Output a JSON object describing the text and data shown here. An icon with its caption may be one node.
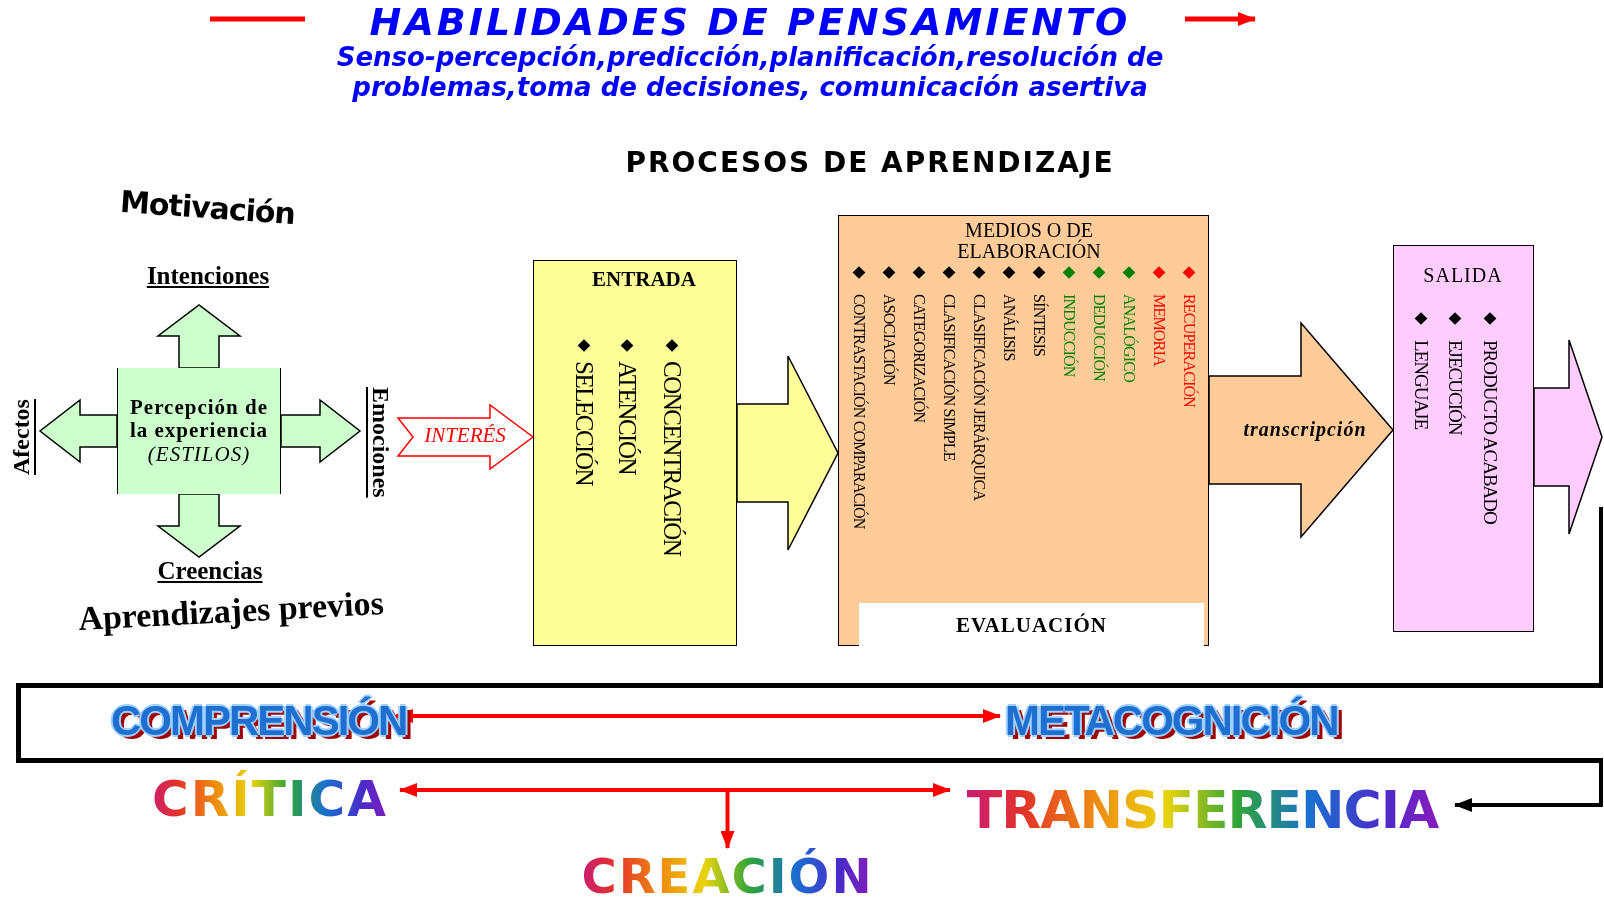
{
  "diagram": {
    "title": "HABILIDADES DE PENSAMIENTO",
    "nodes": [
      {
        "text": [
          "Percepción de la experiencia",
          "(ESTILOS)"
        ]
      },
      {
        "text": [
          "Intenciones"
        ]
      },
      {
        "text": [
          "Afectos"
        ]
      },
      {
        "text": [
          "Emociones"
        ]
      },
      {
        "text": [
          "Creencias"
        ]
      },
      {
        "text": [
          "ENTRADA",
          "SELECCIÓN",
          "ATENCIÓN",
          "CONCENTRACIÓN"
        ]
      },
      {
        "text": [
          "MEDIOS O DE ELABORACIÓN",
          "CONTRASTACIÓN COMPARACIÓN",
          "ASOCIACIÓN",
          "CATEGORIZACIÓN",
          "CLASIFICACIÓN SIMPLE",
          "CLASIFICACIÓN JERÁRQUICA",
          "ANÁLISIS",
          "SÍNTESIS",
          "INDUCCIÓN",
          "DEDUCCIÓN",
          "ANALÓGICO",
          "MEMORIA",
          "RECUPERACIÓN"
        ]
      },
      {
        "text": [
          "EVALUACIÓN"
        ],
        "in": 6
      },
      {
        "text": [
          "SALIDA",
          "LENGUAJE",
          "EJECUCIÓN",
          "PRODUCTO ACABADO"
        ]
      },
      {
        "text": [],
        "shape": "box"
      },
      {
        "text": [
          "COMPRENSIÓN"
        ],
        "in": 9
      },
      {
        "text": [
          "METACOGNICIÓN"
        ],
        "in": 9
      },
      {
        "text": [
          "CRÍTICA"
        ]
      },
      {
        "text": [
          "TRANSFERENCIA"
        ]
      },
      {
        "text": [
          "CREACIÓN"
        ]
      }
    ],
    "edges": [
      {
        "from": 0,
        "to": 1,
        "arrow": "to"
      },
      {
        "from": 0,
        "to": 2,
        "arrow": "to"
      },
      {
        "from": 0,
        "to": 3,
        "arrow": "to"
      },
      {
        "from": 0,
        "to": 4,
        "arrow": "to"
      },
      {
        "from": null,
        "to": 5,
        "arrow": "to",
        "label": "INTERÉS",
        "color": "#ff0000"
      },
      {
        "from": 5,
        "to": 6,
        "arrow": "to",
        "color": "#ffff99"
      },
      {
        "from": 6,
        "to": 8,
        "arrow": "to",
        "label": "transcripción",
        "color": "#ffcc99"
      },
      {
        "from": 8,
        "to": null,
        "arrow": "to",
        "color": "#ffccff"
      },
      {
        "from": null,
        "to": 9,
        "arrow": "none",
        "color": "#000000"
      },
      {
        "from": 9,
        "to": 13,
        "arrow": "to",
        "color": "#000000"
      },
      {
        "from": 10,
        "to": 11,
        "arrow": "both",
        "color": "#ff0000"
      },
      {
        "from": 12,
        "to": 13,
        "arrow": "both",
        "color": "#ff0000"
      },
      {
        "from": null,
        "to": 14,
        "arrow": "to",
        "color": "#ff0000"
      }
    ],
    "labels": [
      "Senso-percepción,predicción,planificación,resolución de problemas,toma de decisiones, comunicación asertiva",
      "PROCESOS DE APRENDIZAJE",
      "Motivación",
      "Aprendizajes previos"
    ]
  }
}
